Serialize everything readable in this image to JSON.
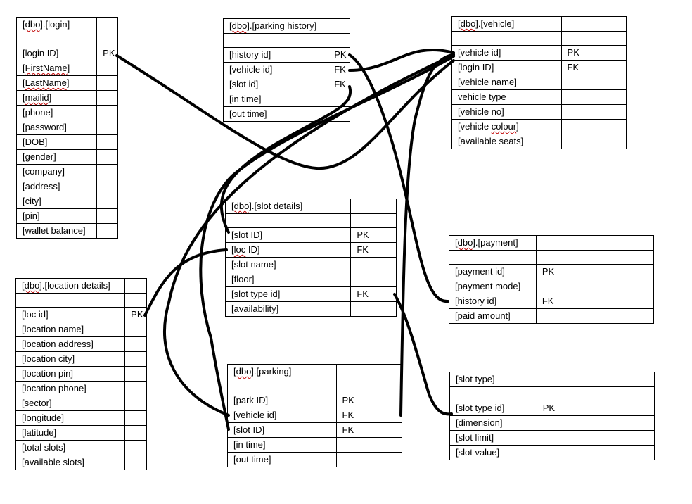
{
  "tables": [
    {
      "id": "login",
      "rows": [
        [
          "[dbo].[login]",
          ""
        ],
        [
          "",
          ""
        ],
        [
          "[login ID]",
          "PK"
        ],
        [
          "[FirstName]",
          ""
        ],
        [
          "[LastName]",
          ""
        ],
        [
          "[mailid]",
          ""
        ],
        [
          "[phone]",
          ""
        ],
        [
          "[password]",
          ""
        ],
        [
          "[DOB]",
          ""
        ],
        [
          "[gender]",
          ""
        ],
        [
          "[company]",
          ""
        ],
        [
          "[address]",
          ""
        ],
        [
          "[city]",
          ""
        ],
        [
          "[pin]",
          ""
        ],
        [
          "[wallet balance]",
          ""
        ]
      ]
    },
    {
      "id": "parking-history",
      "rows": [
        [
          "[dbo].[parking history]",
          ""
        ],
        [
          "",
          ""
        ],
        [
          "[history id]",
          "PK"
        ],
        [
          "[vehicle id]",
          "FK"
        ],
        [
          "[slot id]",
          "FK"
        ],
        [
          "[in time]",
          ""
        ],
        [
          "[out time]",
          ""
        ]
      ]
    },
    {
      "id": "vehicle",
      "rows": [
        [
          "[dbo].[vehicle]",
          ""
        ],
        [
          "",
          ""
        ],
        [
          "[vehicle id]",
          "PK"
        ],
        [
          "[login ID]",
          "FK"
        ],
        [
          "[vehicle name]",
          ""
        ],
        [
          "vehicle type",
          ""
        ],
        [
          "[vehicle no]",
          ""
        ],
        [
          "[vehicle colour]",
          ""
        ],
        [
          "[available seats]",
          ""
        ]
      ]
    },
    {
      "id": "slot-details",
      "rows": [
        [
          "[dbo].[slot details]",
          ""
        ],
        [
          "",
          ""
        ],
        [
          "[slot ID]",
          "PK"
        ],
        [
          "[loc ID]",
          "FK"
        ],
        [
          "[slot name]",
          ""
        ],
        [
          "[floor]",
          ""
        ],
        [
          "[slot type id]",
          "FK"
        ],
        [
          "[availability]",
          ""
        ]
      ]
    },
    {
      "id": "payment",
      "rows": [
        [
          "[dbo].[payment]",
          ""
        ],
        [
          "",
          ""
        ],
        [
          "[payment id]",
          "PK"
        ],
        [
          "[payment mode]",
          ""
        ],
        [
          "[history id]",
          "FK"
        ],
        [
          "[paid amount]",
          ""
        ]
      ]
    },
    {
      "id": "location-details",
      "rows": [
        [
          "[dbo].[location details]",
          ""
        ],
        [
          "",
          ""
        ],
        [
          "[loc id]",
          "PK"
        ],
        [
          "[location name]",
          ""
        ],
        [
          "[location address]",
          ""
        ],
        [
          "[location city]",
          ""
        ],
        [
          "[location pin]",
          ""
        ],
        [
          "[location phone]",
          ""
        ],
        [
          "[sector]",
          ""
        ],
        [
          "[longitude]",
          ""
        ],
        [
          "[latitude]",
          ""
        ],
        [
          "[total slots]",
          ""
        ],
        [
          "[available slots]",
          ""
        ]
      ]
    },
    {
      "id": "parking",
      "rows": [
        [
          "[dbo].[parking]",
          ""
        ],
        [
          "",
          ""
        ],
        [
          "[park ID]",
          "PK"
        ],
        [
          "[vehicle id]",
          "FK"
        ],
        [
          "[slot ID]",
          "FK"
        ],
        [
          "[in time]",
          ""
        ],
        [
          "[out time]",
          ""
        ]
      ]
    },
    {
      "id": "slot-type",
      "rows": [
        [
          "[slot type]",
          ""
        ],
        [
          "",
          ""
        ],
        [
          "[slot type id]",
          "PK"
        ],
        [
          "[dimension]",
          ""
        ],
        [
          "[slot limit]",
          ""
        ],
        [
          "[slot value]",
          ""
        ]
      ]
    }
  ],
  "connector_color": "#000000"
}
